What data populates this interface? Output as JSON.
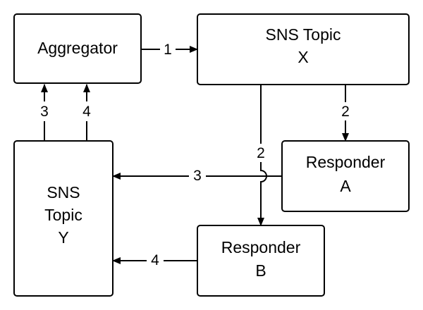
{
  "nodes": {
    "aggregator": {
      "label": "Aggregator"
    },
    "sns_x": {
      "line1": "SNS Topic",
      "line2": "X"
    },
    "sns_y": {
      "line1": "SNS",
      "line2": "Topic",
      "line3": "Y"
    },
    "responder_a": {
      "line1": "Responder",
      "line2": "A"
    },
    "responder_b": {
      "line1": "Responder",
      "line2": "B"
    }
  },
  "edges": {
    "agg_to_x": "1",
    "x_to_a": "2",
    "x_to_b": "2",
    "a_to_y": "3",
    "b_to_y": "4",
    "y_to_agg_3": "3",
    "y_to_agg_4": "4"
  },
  "colors": {
    "stroke": "#000000",
    "fill": "#ffffff"
  }
}
